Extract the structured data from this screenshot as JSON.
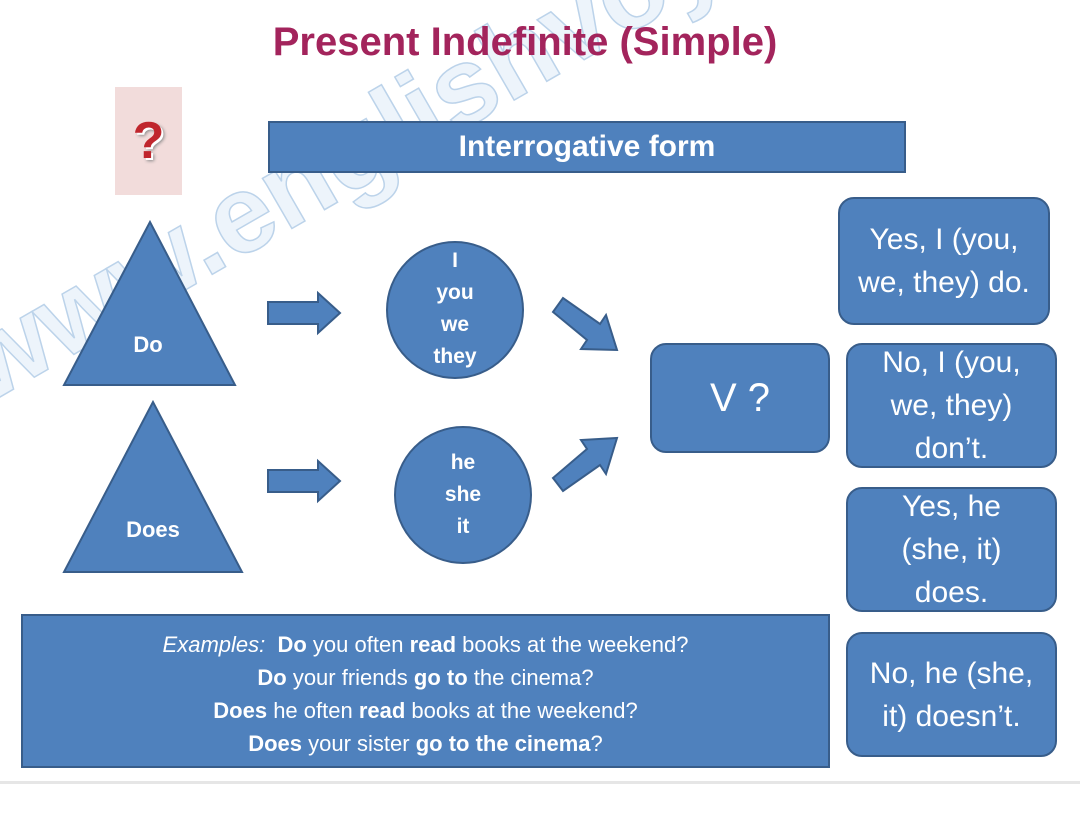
{
  "title": "Present Indefinite (Simple)",
  "question_icon": "question-mark-icon",
  "question_symbol": "?",
  "header": "Interrogative form",
  "auxiliaries": {
    "do": "Do",
    "does": "Does"
  },
  "pronouns_plural": [
    "I",
    "you",
    "we",
    "they"
  ],
  "pronouns_singular": [
    "he",
    "she",
    "it"
  ],
  "verb_box": "V ?",
  "answers": [
    "Yes, I (you, we, they) do.",
    "No, I (you, we, they) don’t.",
    "Yes, he (she, it) does.",
    "No, he (she, it) doesn’t."
  ],
  "examples": {
    "label": "Examples:",
    "lines": [
      [
        {
          "t": "Do",
          "b": true
        },
        {
          "t": " you often ",
          "b": false
        },
        {
          "t": "read",
          "b": true
        },
        {
          "t": " books at the weekend?",
          "b": false
        }
      ],
      [
        {
          "t": "Do",
          "b": true
        },
        {
          "t": " your friends ",
          "b": false
        },
        {
          "t": "go to",
          "b": true
        },
        {
          "t": " the cinema?",
          "b": false
        }
      ],
      [
        {
          "t": "Does",
          "b": true
        },
        {
          "t": " he often ",
          "b": false
        },
        {
          "t": "read",
          "b": true
        },
        {
          "t": " books at the weekend?",
          "b": false
        }
      ],
      [
        {
          "t": "Does",
          "b": true
        },
        {
          "t": " your sister ",
          "b": false
        },
        {
          "t": "go to the cinema",
          "b": true
        },
        {
          "t": "?",
          "b": false
        }
      ]
    ]
  },
  "watermark": "www.englishvoyage.com",
  "colors": {
    "title": "#a3245c",
    "shape_fill": "#4f81bd",
    "shape_border": "#385d8a",
    "question_bg": "#f2dcdb"
  }
}
